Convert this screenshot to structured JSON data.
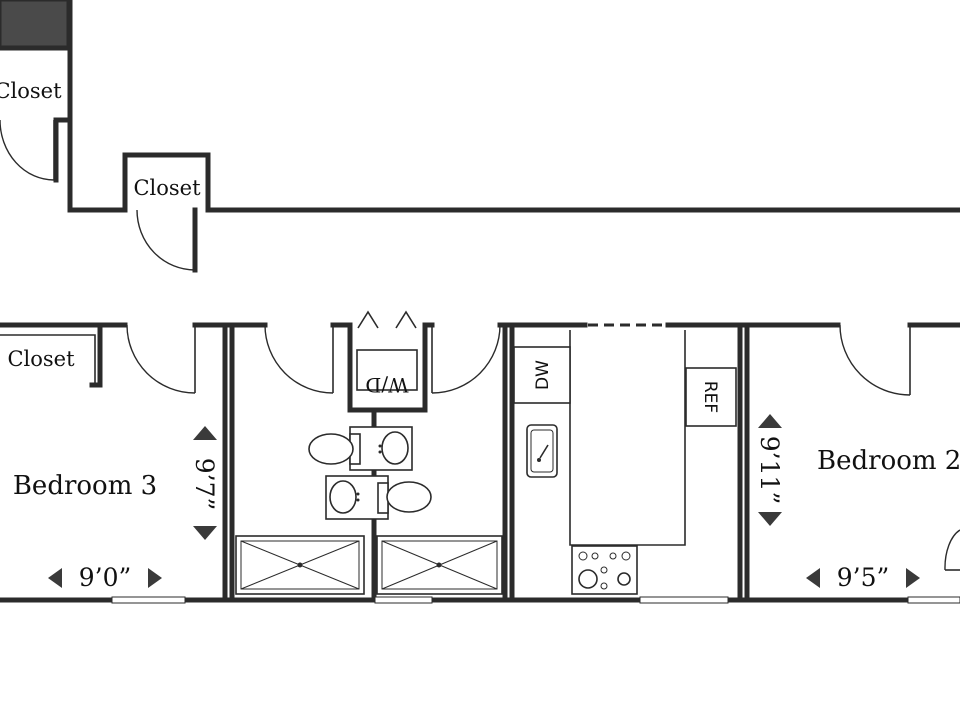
{
  "rooms": {
    "bedroom3": "Bedroom 3",
    "bedroom2": "Bedroom 2"
  },
  "closets": {
    "top": "Closet",
    "middle": "Closet",
    "left": "Closet"
  },
  "appliances": {
    "washer_dryer": "W/D",
    "dishwasher": "DW",
    "refrigerator": "REF"
  },
  "dimensions": {
    "bedroom3_width": "9’0”",
    "bedroom3_length": "9’7”",
    "bedroom2_width": "9’5”",
    "bedroom2_length": "9’11”"
  },
  "colors": {
    "wall": "#2b2b2b",
    "dark_fill": "#4a4a4a"
  }
}
